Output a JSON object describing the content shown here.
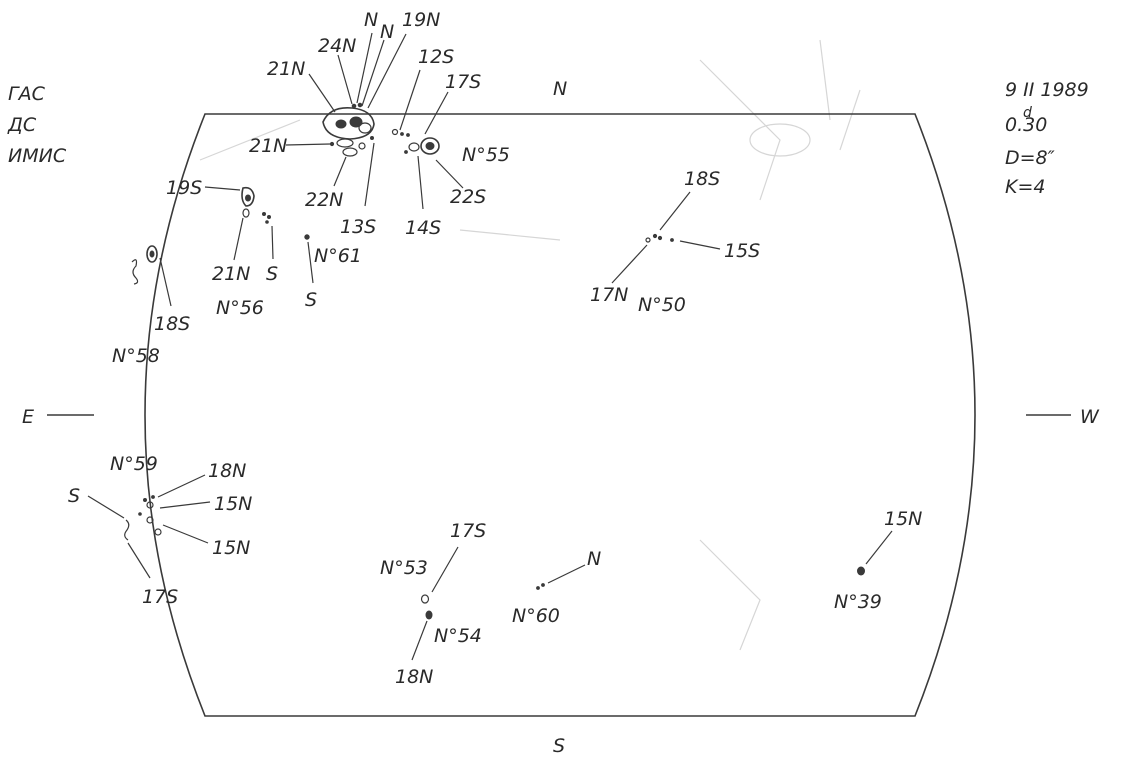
{
  "observatory": {
    "line1": "ГАС",
    "line2": "ДС",
    "line3": "ИМИС"
  },
  "observation": {
    "date": "9 II 1989",
    "time_sup": "d",
    "time": "0.30",
    "diameter": "D=8″",
    "k": "K=4"
  },
  "directions": {
    "north": "N",
    "south": "S",
    "east": "E",
    "west": "W"
  },
  "regions": {
    "r55": "N°55",
    "r56": "N°56",
    "r61": "N°61",
    "r58": "N°58",
    "r50": "N°50",
    "r59": "N°59",
    "r53": "N°53",
    "r54": "N°54",
    "r60": "N°60",
    "r39": "N°39"
  },
  "spot_labels": {
    "a21N_top": "21N",
    "a24N": "24N",
    "aN1": "N",
    "aN2": "N",
    "a19N": "19N",
    "a12S": "12S",
    "a17S_top": "17S",
    "a21N_mid": "21N",
    "a22N": "22N",
    "a13S": "13S",
    "a14S": "14S",
    "a22S": "22S",
    "a19S": "19S",
    "a21N_low": "21N",
    "aS_56": "S",
    "aS_61": "S",
    "a18S_58": "18S",
    "a18S_50": "18S",
    "a15S_50": "15S",
    "a17N_50": "17N",
    "a18N_59": "18N",
    "a15N_59a": "15N",
    "a15N_59b": "15N",
    "aS_59": "S",
    "a17S_59": "17S",
    "a17S_53": "17S",
    "a18N_54": "18N",
    "aN_60": "N",
    "a15N_39": "15N"
  }
}
